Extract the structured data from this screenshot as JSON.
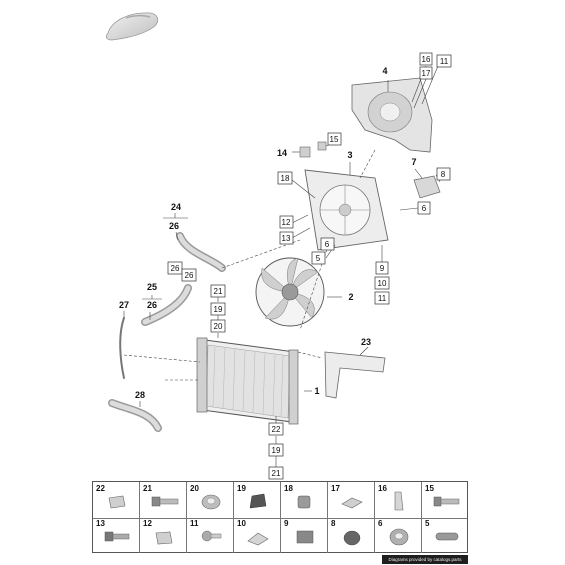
{
  "callouts": {
    "c1": "1",
    "c2": "2",
    "c3": "3",
    "c4": "4",
    "c5": "5",
    "c6a": "6",
    "c6b": "6",
    "c7": "7",
    "c8": "8",
    "c9": "9",
    "c10": "10",
    "c11a": "11",
    "c11b": "11",
    "c12": "12",
    "c13": "13",
    "c14": "14",
    "c15": "15",
    "c16": "16",
    "c17": "17",
    "c18": "18",
    "c19a": "19",
    "c19b": "19",
    "c20": "20",
    "c21a": "21",
    "c21b": "21",
    "c22": "22",
    "c23": "23",
    "c24": "24",
    "c25": "25",
    "c26a": "26",
    "c26b": "26",
    "c26c": "26",
    "c26d": "26",
    "c27": "27",
    "c28": "28"
  },
  "parts_grid": {
    "row1": [
      "22",
      "21",
      "20",
      "19",
      "18",
      "17",
      "16",
      "15"
    ],
    "row2": [
      "13",
      "12",
      "11",
      "10",
      "9",
      "8",
      "6",
      "5"
    ]
  },
  "footer": "Diagrams provided by catalogs.parts"
}
